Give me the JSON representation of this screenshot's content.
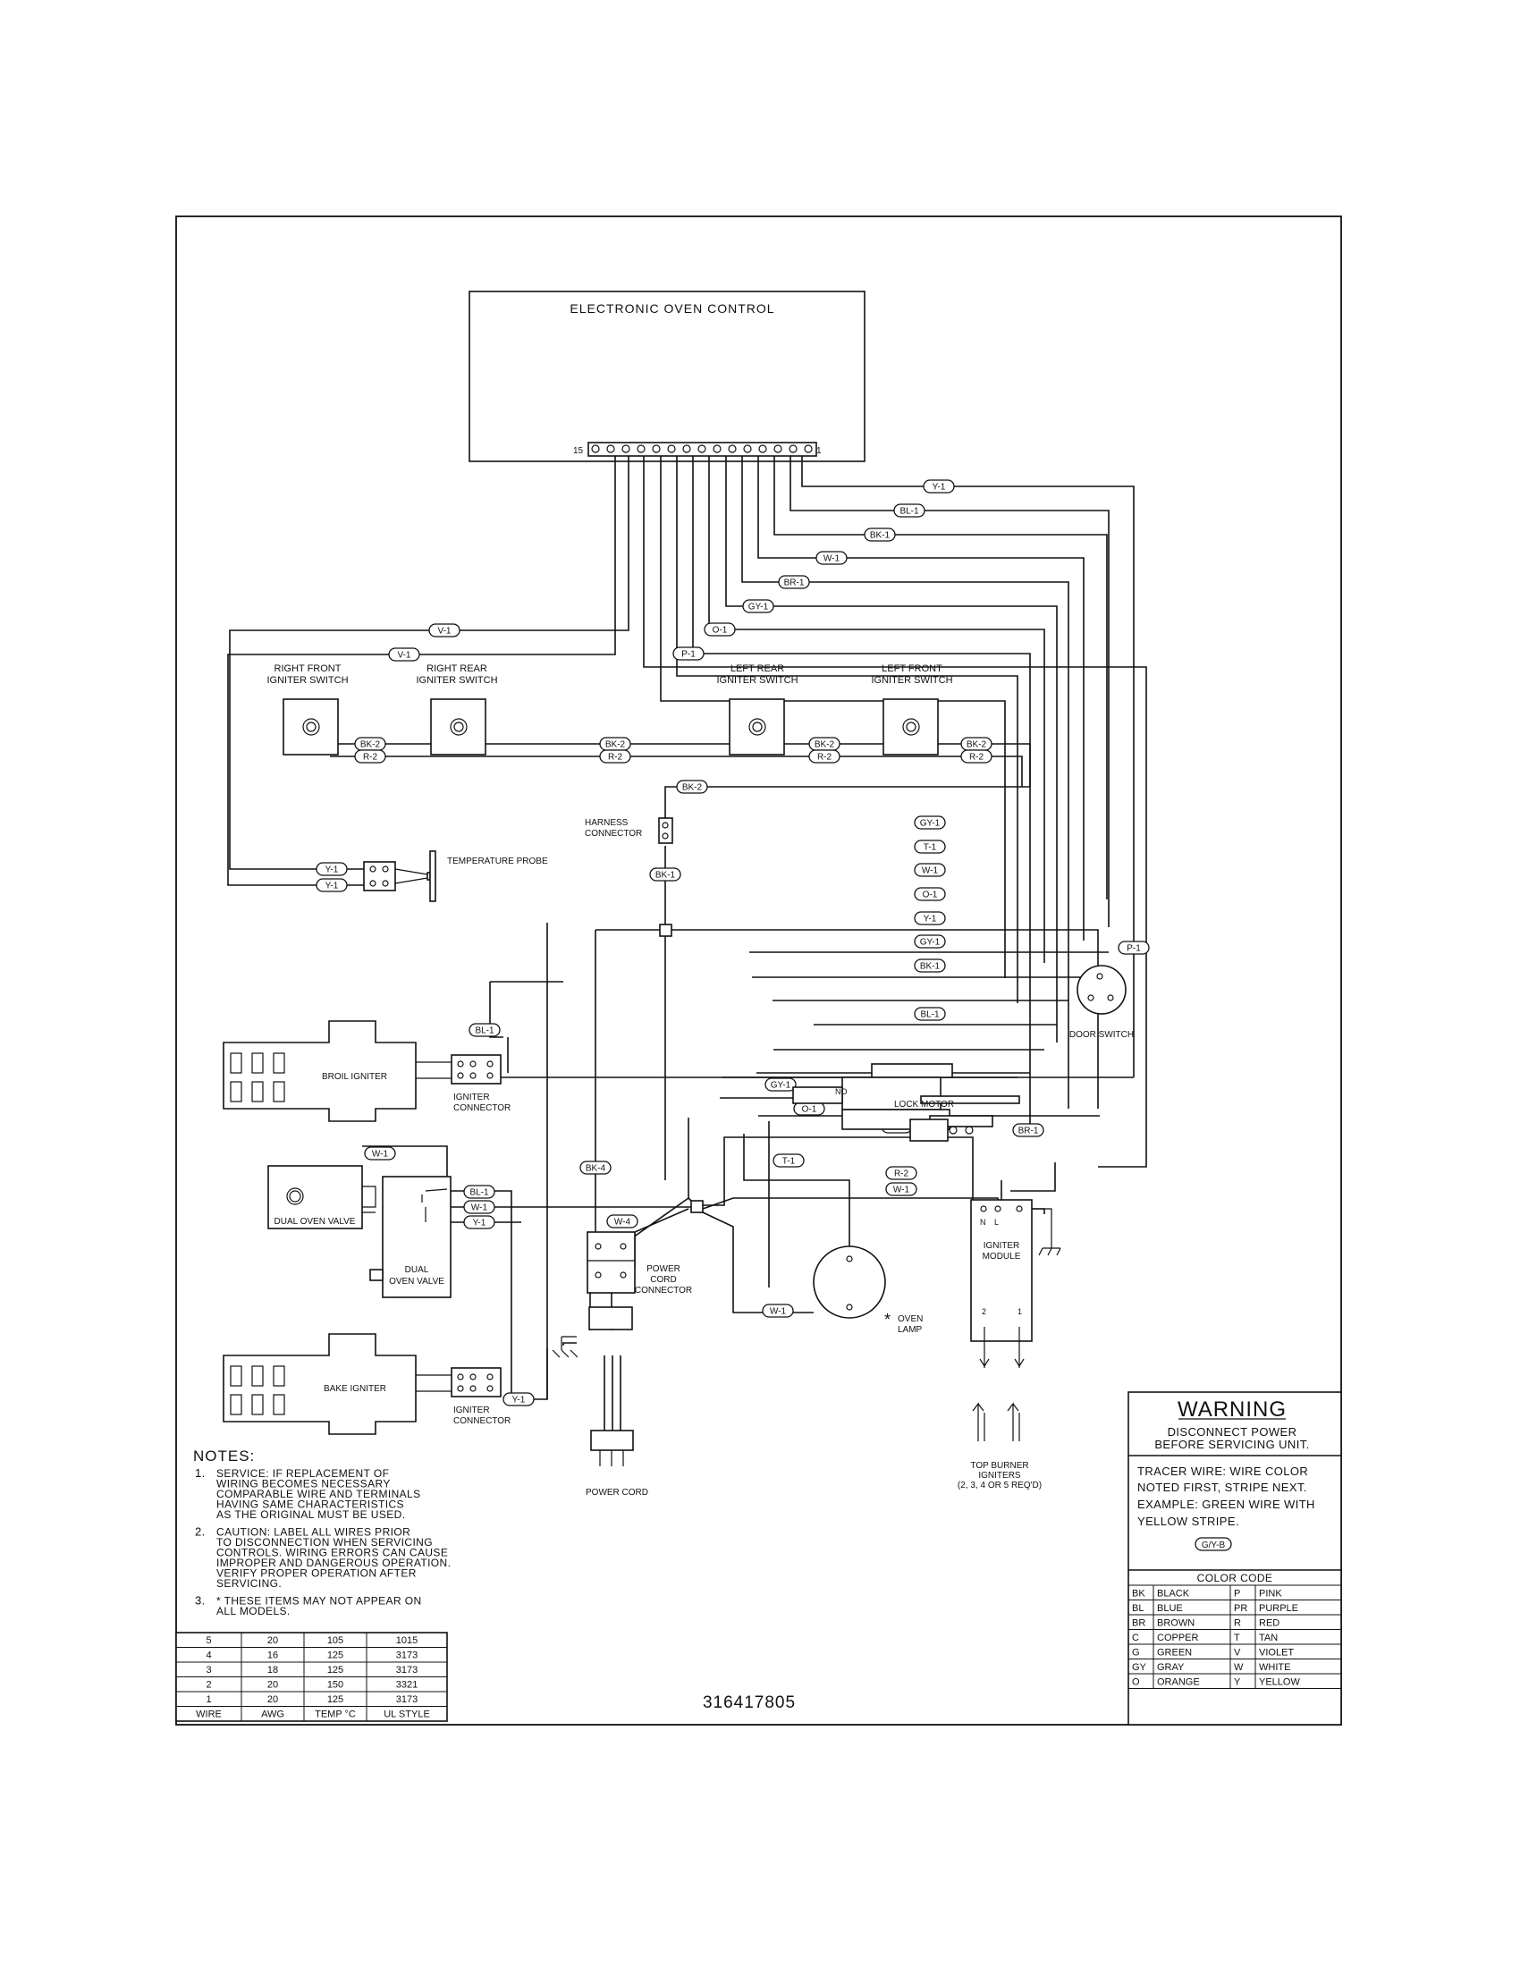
{
  "drawing_number": "316417805",
  "controls": {
    "electronic_oven_control": "ELECTRONIC OVEN CONTROL",
    "pin_left": "15",
    "pin_right": "1"
  },
  "components": {
    "right_front_switch": [
      "RIGHT FRONT",
      "IGNITER SWITCH"
    ],
    "right_rear_switch": [
      "RIGHT REAR",
      "IGNITER SWITCH"
    ],
    "left_rear_switch": [
      "LEFT REAR",
      "IGNITER SWITCH"
    ],
    "left_front_switch": [
      "LEFT FRONT",
      "IGNITER SWITCH"
    ],
    "harness_connector": [
      "HARNESS",
      "CONNECTOR"
    ],
    "temperature_probe": "TEMPERATURE PROBE",
    "broil_igniter": "BROIL IGNITER",
    "bake_igniter": "BAKE IGNITER",
    "igniter_connector": [
      "IGNITER",
      "CONNECTOR"
    ],
    "dual_oven_valve_left": "DUAL OVEN VALVE",
    "dual_oven_valve_right": [
      "DUAL",
      "OVEN VALVE"
    ],
    "power_cord_connector": [
      "POWER",
      "CORD",
      "CONNECTOR"
    ],
    "power_cord": "POWER CORD",
    "oven_lamp": [
      "OVEN",
      "LAMP"
    ],
    "igniter_module": [
      "IGNITER",
      "MODULE"
    ],
    "module_pins": [
      "N",
      "L",
      "2",
      "1"
    ],
    "top_burner_igniters": [
      "TOP BURNER",
      "IGNITERS",
      "(2, 3, 4 OR 5 REQ'D)"
    ],
    "lock_motor": "LOCK MOTOR",
    "lock_no": "NO",
    "door_switch": "DOOR SWITCH",
    "asterisk": "*"
  },
  "wire_tags": {
    "y1": "Y-1",
    "bl1": "BL-1",
    "bk1": "BK-1",
    "w1": "W-1",
    "br1": "BR-1",
    "gy1": "GY-1",
    "o1": "O-1",
    "v1": "V-1",
    "p1": "P-1",
    "bk2": "BK-2",
    "r2": "R-2",
    "t1": "T-1",
    "bk4": "BK-4",
    "w4": "W-4"
  },
  "notes": {
    "title": "NOTES:",
    "items": [
      {
        "num": "1.",
        "lines": [
          "SERVICE:   IF REPLACEMENT OF",
          "WIRING BECOMES NECESSARY",
          "COMPARABLE WIRE AND TERMINALS",
          "HAVING SAME CHARACTERISTICS",
          "AS THE ORIGINAL MUST BE USED."
        ]
      },
      {
        "num": "2.",
        "lines": [
          "CAUTION:   LABEL ALL WIRES PRIOR",
          "TO DISCONNECTION WHEN SERVICING",
          "CONTROLS.  WIRING ERRORS CAN CAUSE",
          "IMPROPER AND DANGEROUS OPERATION.",
          "VERIFY PROPER OPERATION AFTER",
          "SERVICING."
        ]
      },
      {
        "num": "3.",
        "lines": [
          "*  THESE ITEMS MAY NOT APPEAR ON",
          "ALL MODELS."
        ]
      }
    ]
  },
  "wire_table": {
    "headers": [
      "WIRE",
      "AWG",
      "TEMP °C",
      "UL STYLE"
    ],
    "rows": [
      [
        "5",
        "20",
        "105",
        "1015"
      ],
      [
        "4",
        "16",
        "125",
        "3173"
      ],
      [
        "3",
        "18",
        "125",
        "3173"
      ],
      [
        "2",
        "20",
        "150",
        "3321"
      ],
      [
        "1",
        "20",
        "125",
        "3173"
      ]
    ]
  },
  "warning": {
    "title": "WARNING",
    "subtitle": [
      "DISCONNECT POWER",
      "BEFORE SERVICING UNIT."
    ],
    "tracer": [
      "TRACER WIRE:   WIRE COLOR",
      "NOTED FIRST, STRIPE NEXT.",
      "EXAMPLE:   GREEN WIRE WITH",
      "YELLOW STRIPE."
    ],
    "example_tag": "G/Y-B"
  },
  "color_code": {
    "title": "COLOR CODE",
    "rows": [
      [
        "BK",
        "BLACK",
        "P",
        "PINK"
      ],
      [
        "BL",
        "BLUE",
        "PR",
        "PURPLE"
      ],
      [
        "BR",
        "BROWN",
        "R",
        "RED"
      ],
      [
        "C",
        "COPPER",
        "T",
        "TAN"
      ],
      [
        "G",
        "GREEN",
        "V",
        "VIOLET"
      ],
      [
        "GY",
        "GRAY",
        "W",
        "WHITE"
      ],
      [
        "O",
        "ORANGE",
        "Y",
        "YELLOW"
      ]
    ]
  }
}
